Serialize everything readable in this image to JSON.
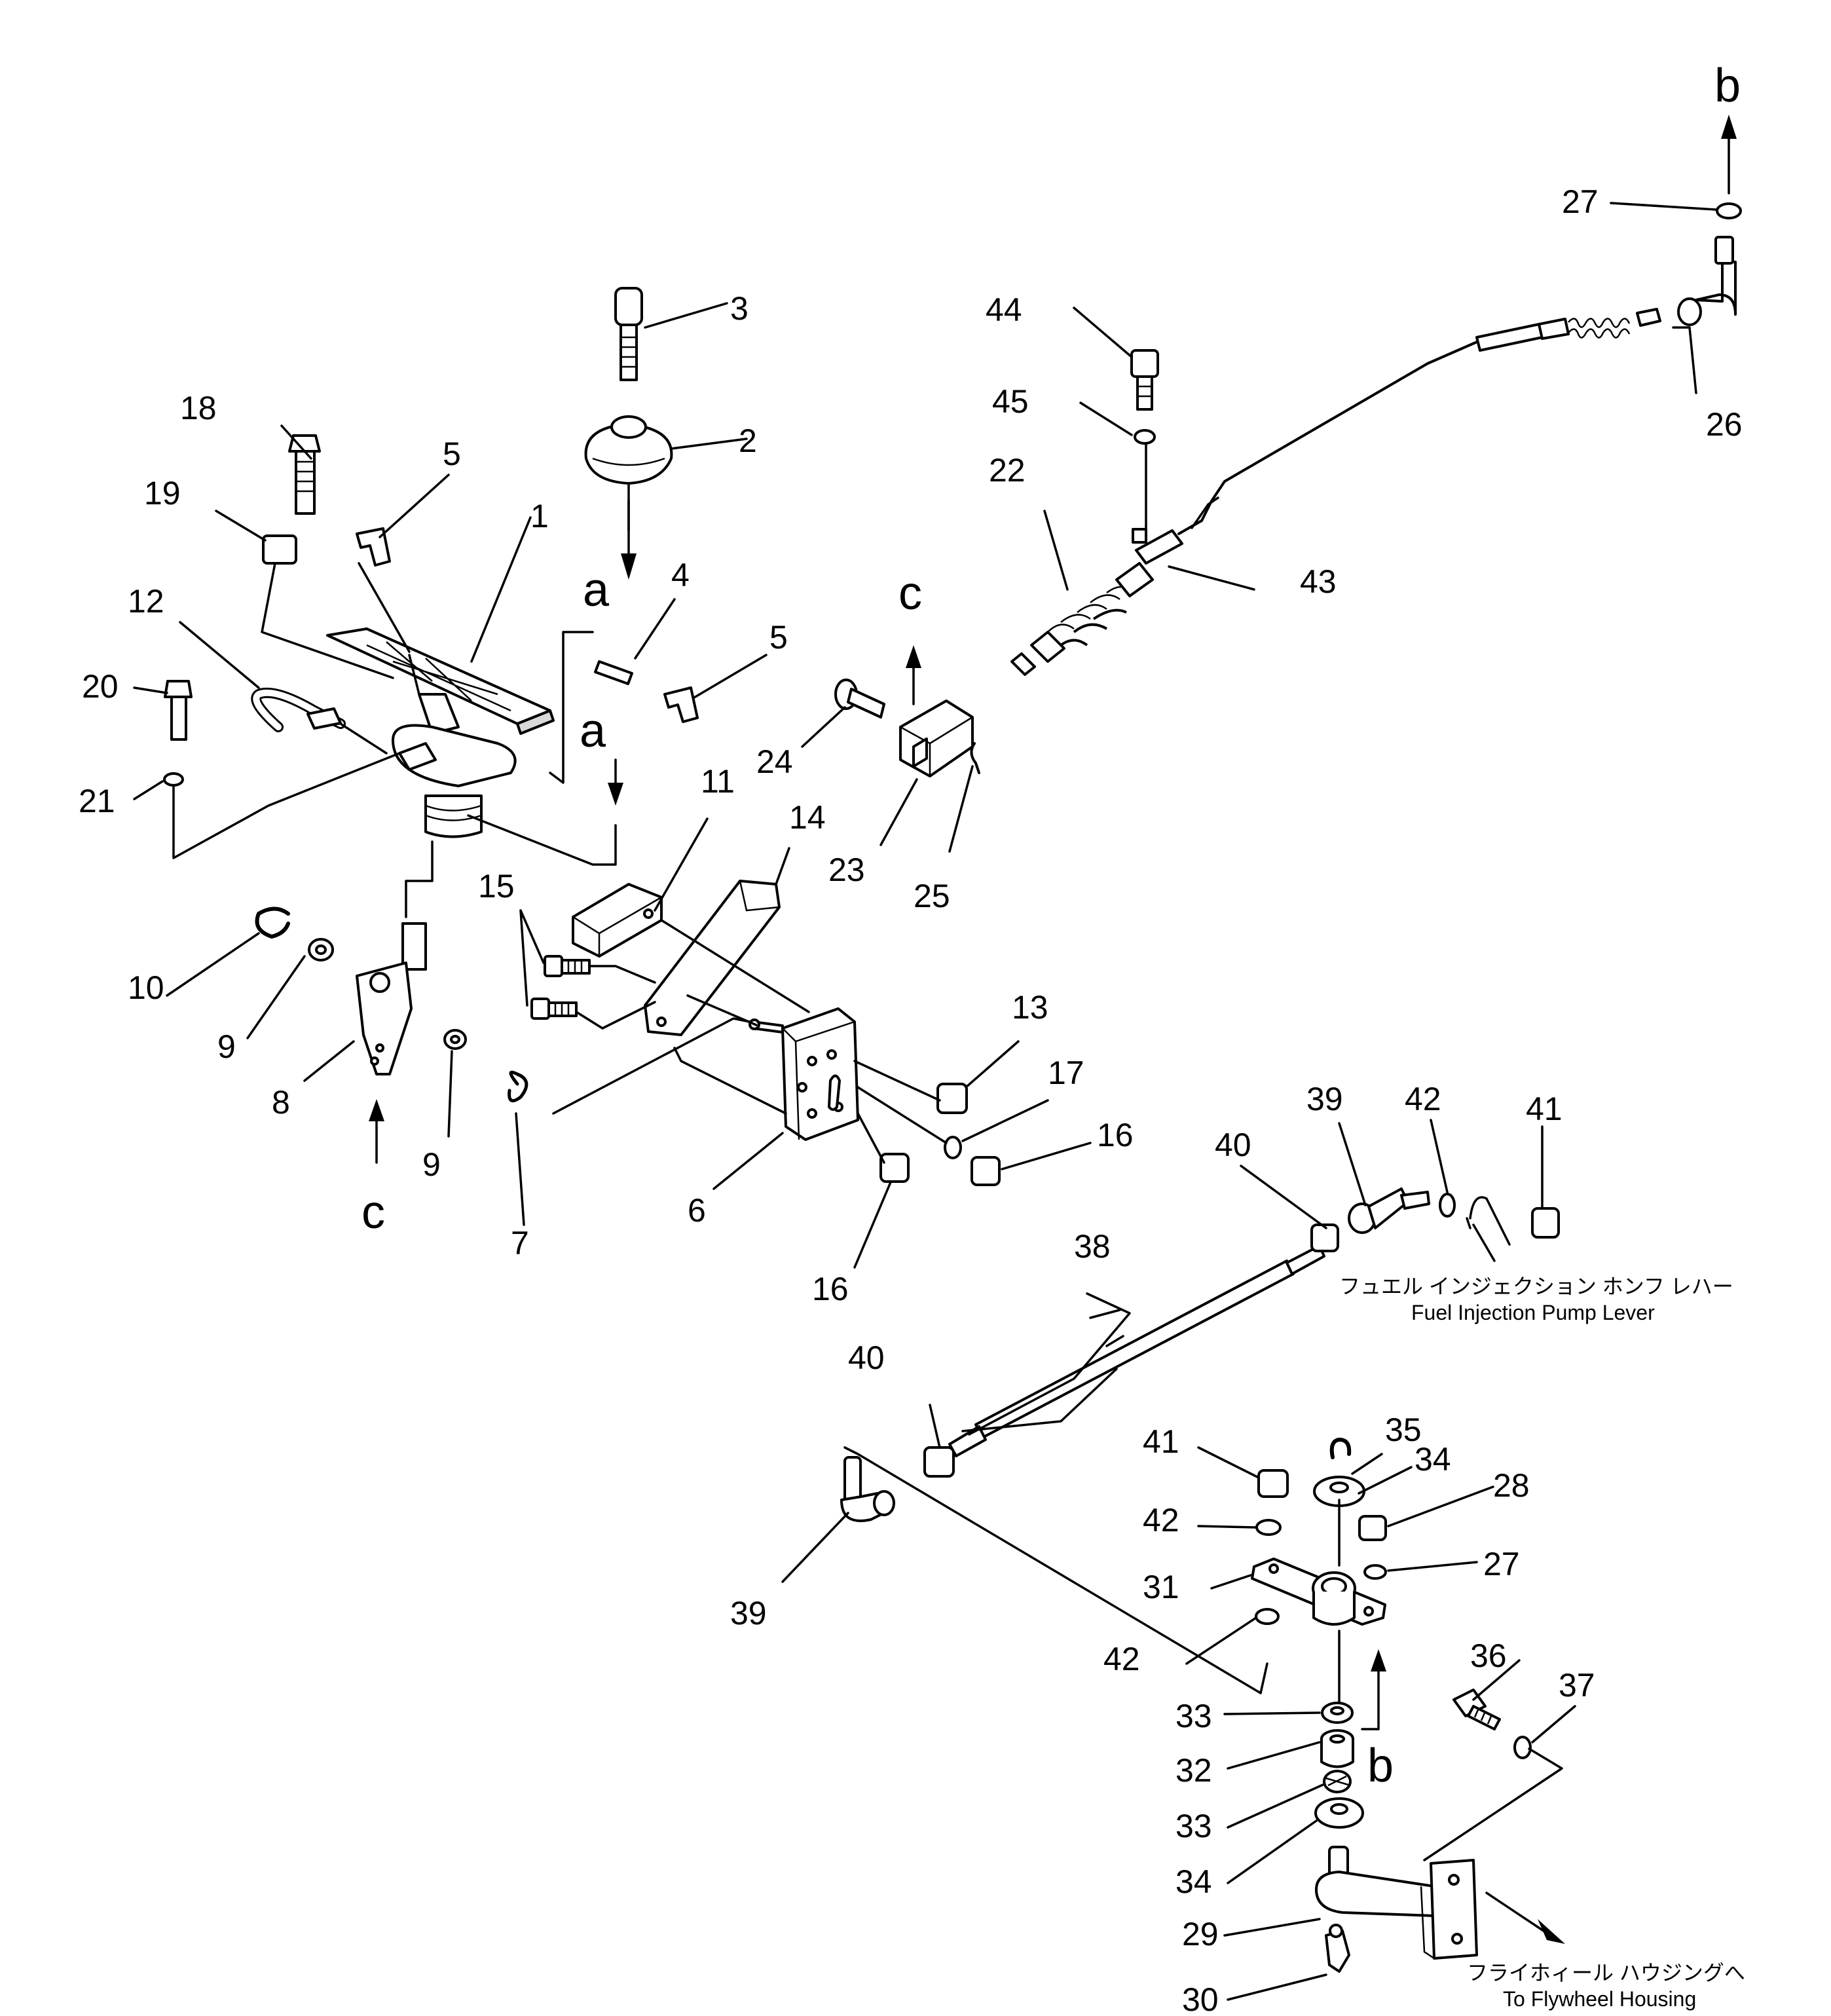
{
  "labels": [
    {
      "id": "p1",
      "text": "1"
    },
    {
      "id": "p2",
      "text": "2"
    },
    {
      "id": "p3",
      "text": "3"
    },
    {
      "id": "p4",
      "text": "4"
    },
    {
      "id": "p5a",
      "text": "5"
    },
    {
      "id": "p5b",
      "text": "5"
    },
    {
      "id": "p6",
      "text": "6"
    },
    {
      "id": "p7",
      "text": "7"
    },
    {
      "id": "p8",
      "text": "8"
    },
    {
      "id": "p9a",
      "text": "9"
    },
    {
      "id": "p9b",
      "text": "9"
    },
    {
      "id": "p10",
      "text": "10"
    },
    {
      "id": "p11",
      "text": "11"
    },
    {
      "id": "p12",
      "text": "12"
    },
    {
      "id": "p13",
      "text": "13"
    },
    {
      "id": "p14",
      "text": "14"
    },
    {
      "id": "p15",
      "text": "15"
    },
    {
      "id": "p16a",
      "text": "16"
    },
    {
      "id": "p16b",
      "text": "16"
    },
    {
      "id": "p17",
      "text": "17"
    },
    {
      "id": "p18",
      "text": "18"
    },
    {
      "id": "p19",
      "text": "19"
    },
    {
      "id": "p20",
      "text": "20"
    },
    {
      "id": "p21",
      "text": "21"
    },
    {
      "id": "p22",
      "text": "22"
    },
    {
      "id": "p23",
      "text": "23"
    },
    {
      "id": "p24",
      "text": "24"
    },
    {
      "id": "p25",
      "text": "25"
    },
    {
      "id": "p26",
      "text": "26"
    },
    {
      "id": "p27a",
      "text": "27"
    },
    {
      "id": "p27b",
      "text": "27"
    },
    {
      "id": "p28",
      "text": "28"
    },
    {
      "id": "p29",
      "text": "29"
    },
    {
      "id": "p30",
      "text": "30"
    },
    {
      "id": "p31",
      "text": "31"
    },
    {
      "id": "p32",
      "text": "32"
    },
    {
      "id": "p33a",
      "text": "33"
    },
    {
      "id": "p33b",
      "text": "33"
    },
    {
      "id": "p34a",
      "text": "34"
    },
    {
      "id": "p34b",
      "text": "34"
    },
    {
      "id": "p35",
      "text": "35"
    },
    {
      "id": "p36",
      "text": "36"
    },
    {
      "id": "p37",
      "text": "37"
    },
    {
      "id": "p38",
      "text": "38"
    },
    {
      "id": "p39a",
      "text": "39"
    },
    {
      "id": "p39b",
      "text": "39"
    },
    {
      "id": "p40a",
      "text": "40"
    },
    {
      "id": "p40b",
      "text": "40"
    },
    {
      "id": "p41a",
      "text": "41"
    },
    {
      "id": "p41b",
      "text": "41"
    },
    {
      "id": "p42a",
      "text": "42"
    },
    {
      "id": "p42b",
      "text": "42"
    },
    {
      "id": "p42c",
      "text": "42"
    },
    {
      "id": "p43",
      "text": "43"
    },
    {
      "id": "p44",
      "text": "44"
    },
    {
      "id": "p45",
      "text": "45"
    }
  ],
  "references": {
    "a_top": "a",
    "a_bottom": "a",
    "b_top": "b",
    "b_bottom": "b",
    "c_top": "c",
    "c_bottom": "c"
  },
  "notes": {
    "fuel_jp": "フュエル インジェクション ホンフ レハー",
    "fuel_en": "Fuel Injection Pump Lever",
    "fly_jp": "フライホィール ハウジングへ",
    "fly_en": "To Flywheel Housing"
  }
}
